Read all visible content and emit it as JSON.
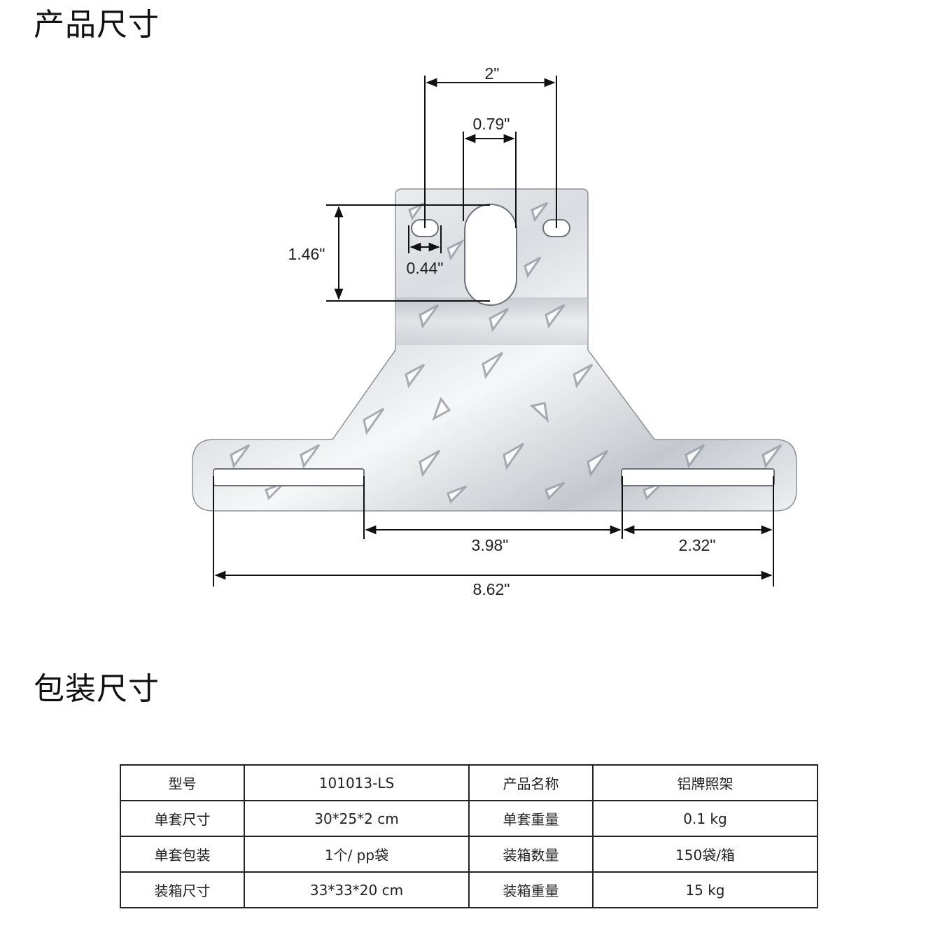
{
  "sections": {
    "product_title": "产品尺寸",
    "package_title": "包装尺寸"
  },
  "dimensions": {
    "top_width": "2\"",
    "center_slot": "0.79\"",
    "height": "1.46\"",
    "small_hole": "0.44\"",
    "center_span": "3.98\"",
    "side_slot": "2.32\"",
    "total_width": "8.62\""
  },
  "spec_table": {
    "rows": [
      {
        "k1": "型号",
        "v1": "101013-LS",
        "k2": "产品名称",
        "v2": "铝牌照架"
      },
      {
        "k1": "单套尺寸",
        "v1": "30*25*2 cm",
        "k2": "单套重量",
        "v2": "0.1 kg"
      },
      {
        "k1": "单套包装",
        "v1": "1个/ pp袋",
        "k2": "装箱数量",
        "v2": "150袋/箱"
      },
      {
        "k1": "装箱尺寸",
        "v1": "33*33*20 cm",
        "k2": "装箱重量",
        "v2": "15 kg"
      }
    ]
  },
  "colors": {
    "line": "#111111",
    "metal_light": "#f4f5f7",
    "metal_dark": "#9ea3aa"
  }
}
